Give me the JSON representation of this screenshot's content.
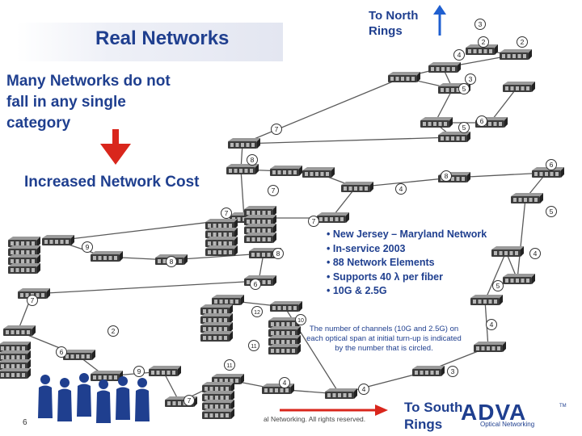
{
  "title": "Real Networks",
  "subtitle": "Many Networks do not fall in any single category",
  "cost_label": "Increased Network Cost",
  "north_label": "To North Rings",
  "south_label": "To South Rings",
  "bullets": [
    "• New Jersey – Maryland Network",
    "• In-service 2003",
    "• 88 Network Elements",
    "• Supports 40 λ per fiber",
    "• 10G & 2.5G"
  ],
  "note": "The number of channels (10G and 2.5G) on each optical span at initial turn-up is indicated by the number that is circled.",
  "footer": "al Networking. All rights reserved.",
  "page_number": "6",
  "logo_text": "ADVA",
  "logo_tm": "TM",
  "logo_tagline": "Optical Networking",
  "span_labels": [
    "3",
    "2",
    "2",
    "4",
    "3",
    "5",
    "6",
    "5",
    "7",
    "8",
    "4",
    "6",
    "7",
    "8",
    "7",
    "5",
    "7",
    "9",
    "8",
    "4",
    "8",
    "6",
    "5",
    "7",
    "12",
    "10",
    "4",
    "2",
    "11",
    "6",
    "11",
    "9",
    "3",
    "4",
    "4",
    "7"
  ],
  "colors": {
    "brand": "#1f3f8f",
    "arrow_red": "#d9261c",
    "arrow_blue": "#1f5fd0",
    "link": "#5a5a5a"
  }
}
